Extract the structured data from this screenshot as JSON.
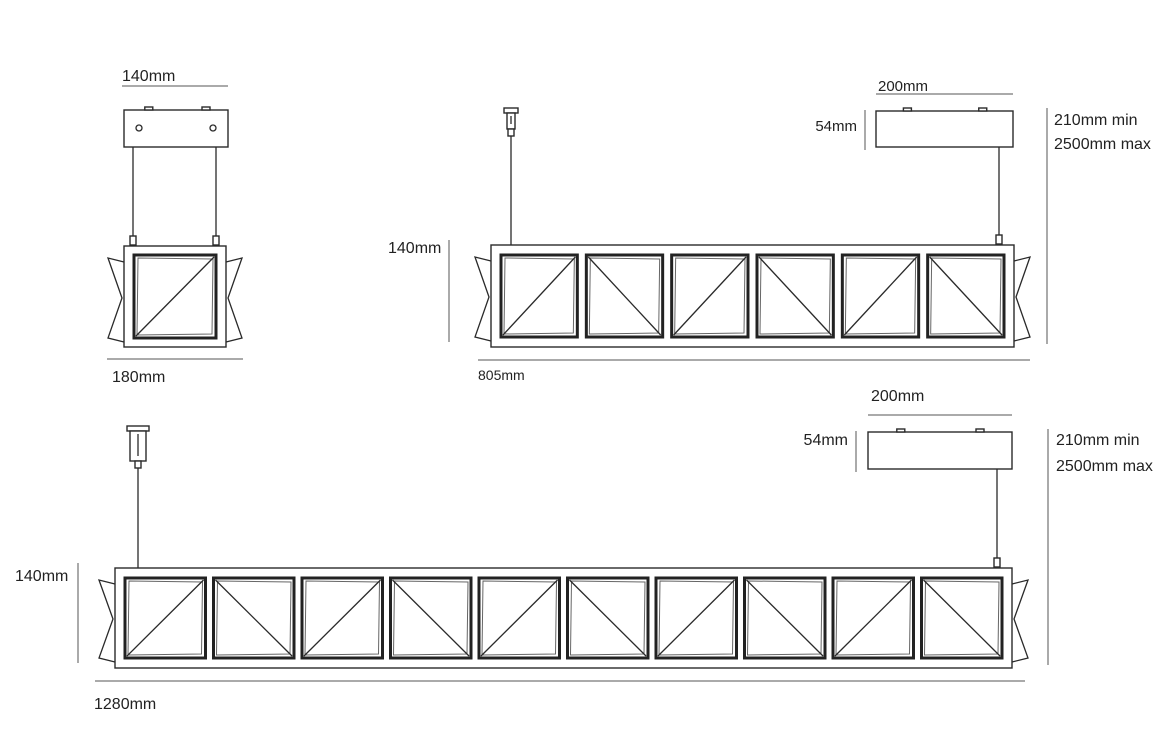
{
  "side_view": {
    "canopy_width": "140mm",
    "body_width": "180mm"
  },
  "view_805": {
    "height": "140mm",
    "length": "805mm",
    "canopy_width": "200mm",
    "canopy_height": "54mm",
    "drop_min": "210mm min",
    "drop_max": "2500mm max"
  },
  "view_1280": {
    "height": "140mm",
    "length": "1280mm",
    "canopy_width": "200mm",
    "canopy_height": "54mm",
    "drop_min": "210mm min",
    "drop_max": "2500mm max"
  }
}
